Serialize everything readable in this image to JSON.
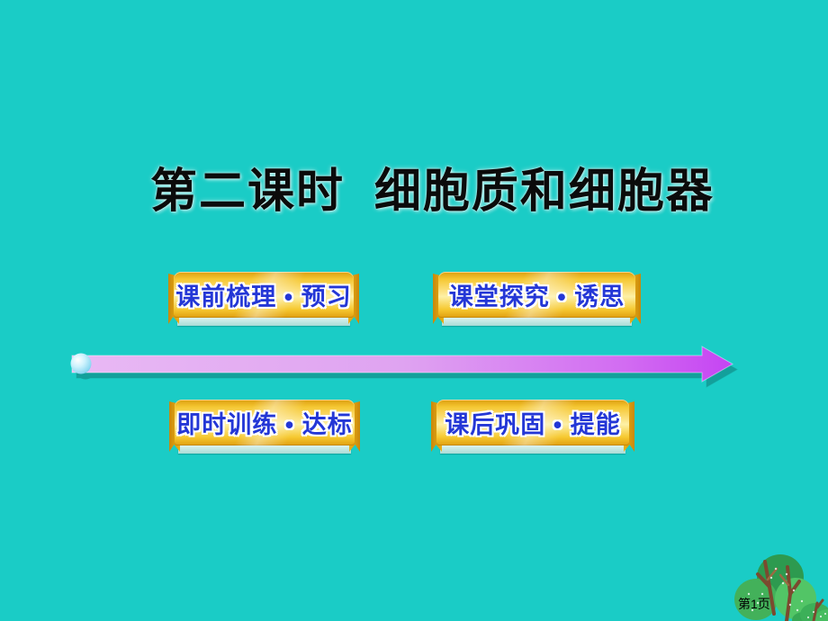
{
  "slide": {
    "title": "第二课时  细胞质和细胞器",
    "page_label": "第1页"
  },
  "buttons": [
    {
      "id": "pre-class-review",
      "label": "课前梳理 • 预习"
    },
    {
      "id": "classroom-exploration",
      "label": "课堂探究 • 诱思"
    },
    {
      "id": "instant-training",
      "label": "即时训练 • 达标"
    },
    {
      "id": "after-class-consolidation",
      "label": "课后巩固 • 提能"
    }
  ],
  "icons": {
    "progress_arrow": "purple-right-arrow",
    "arrow_start_ball": "glossy-blue-ball",
    "corner_art": "green-trees-illustration"
  },
  "colors": {
    "background": "#1accc6",
    "title_text": "#0b0b0b",
    "button_gold": "#f5c732",
    "button_text_blue": "#2437d6",
    "button_lip_cyan": "#c6e9e5",
    "arrow_purple_light": "#e9baf4",
    "arrow_purple_dark": "#c43ff2",
    "tree_green_dark": "#2d9a4f",
    "tree_green_mid": "#43b15a",
    "tree_green_light": "#52c566",
    "branch_brown": "#7b4a2f"
  }
}
